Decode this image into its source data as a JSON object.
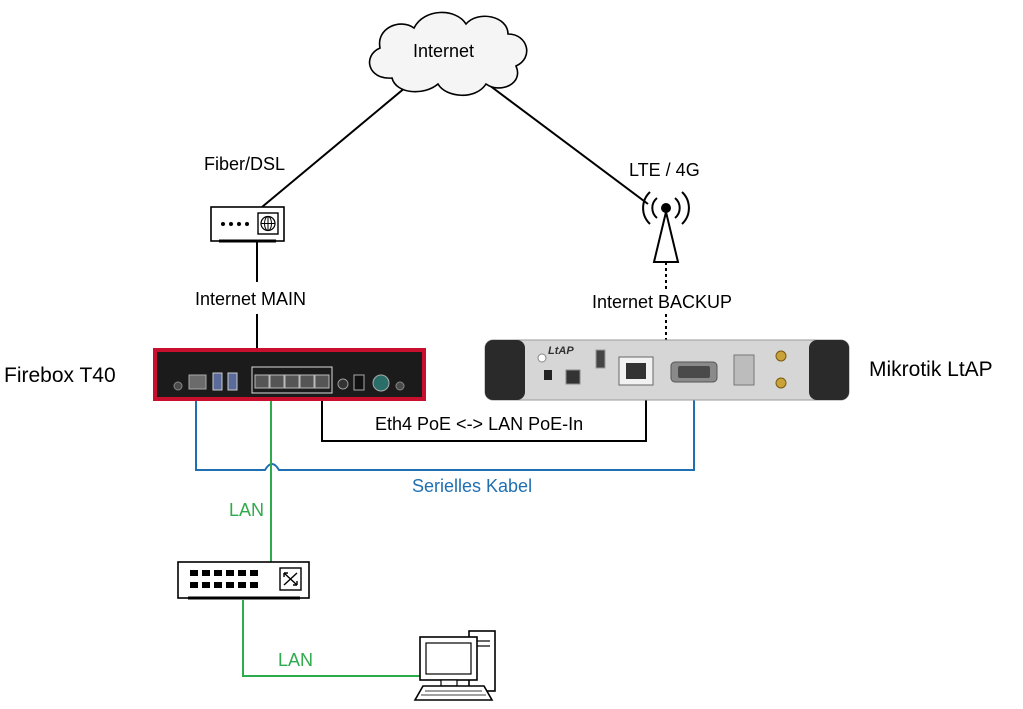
{
  "labels": {
    "internet": "Internet",
    "fiber_dsl": "Fiber/DSL",
    "lte_4g": "LTE / 4G",
    "internet_main": "Internet MAIN",
    "internet_backup": "Internet BACKUP",
    "firebox": "Firebox T40",
    "mikrotik": "Mikrotik LtAP",
    "eth4_poe": "Eth4 PoE <-> LAN PoE-In",
    "serial_cable": "Serielles Kabel",
    "lan_upper": "LAN",
    "lan_lower": "LAN"
  },
  "device_text": {
    "ltap_brand": "LtAP"
  },
  "colors": {
    "line_black": "#000000",
    "serial_blue": "#1f6fb2",
    "lan_green": "#2eab4a",
    "firebox_red": "#c8102e",
    "firebox_body": "#1b1b1b",
    "ltap_body": "#d6d6d6"
  },
  "icons": {
    "internet": "cloud-icon",
    "modem": "modem-icon",
    "lte": "lte-antenna-icon",
    "switch": "network-switch-icon",
    "computer": "desktop-computer-icon"
  }
}
